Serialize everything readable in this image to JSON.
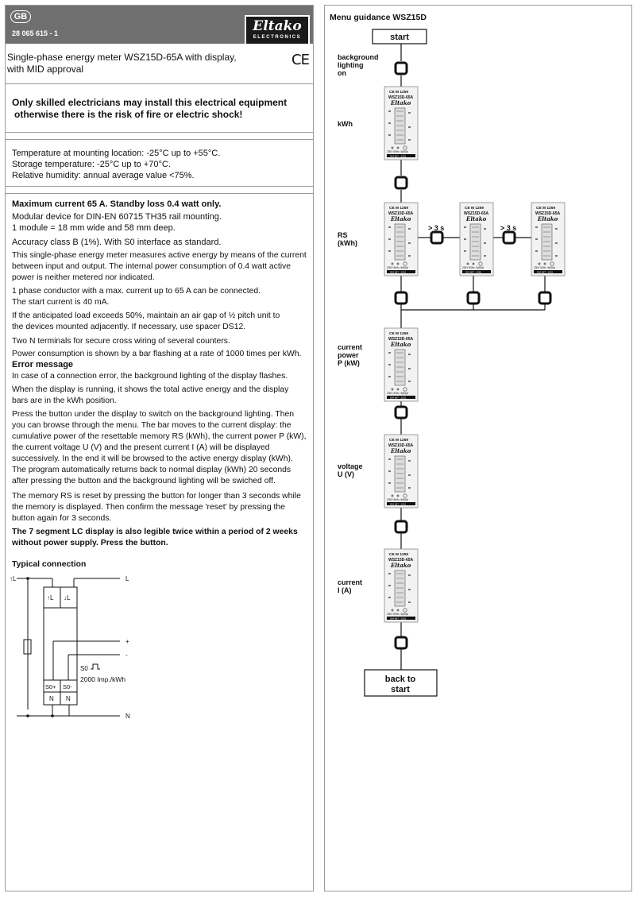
{
  "header": {
    "lang": "GB",
    "doc_code": "28 065 615 - 1",
    "logo_word": "Eltako",
    "logo_sub": "ELECTRONICS"
  },
  "title_block": {
    "line1": "Single-phase energy meter WSZ15D-65A with display,",
    "line2": "with MID approval",
    "ce": "CE"
  },
  "warning": {
    "line1": "Only skilled electricians may install this electrical equipment",
    "line2": "otherwise there is the risk of fire or electric shock!"
  },
  "environment": [
    "Temperature at mounting location: -25°C up to +55°C.",
    "Storage temperature: -25°C up to +70°C.",
    "Relative humidity: annual average value <75%."
  ],
  "spec": {
    "heading": "Maximum current 65 A. Standby loss 0.4 watt only.",
    "p1a": "Modular device for DIN-EN 60715 TH35 rail mounting.",
    "p1b": "1 module = 18 mm wide and 58 mm deep.",
    "p2": "Accuracy class B (1%). With S0 interface as standard.",
    "p3a": "This single-phase energy meter measures active energy by means of the current",
    "p3b": "between input and output. The internal power consumption of 0.4 watt active",
    "p3c": "power is neither metered nor indicated.",
    "p4a": "1 phase conductor with a max. current up to 65 A can be connected.",
    "p4b": "The start current is 40 mA.",
    "p5a": "If the anticipated load exceeds 50%, maintain an air gap of ½ pitch unit to",
    "p5b": "the devices mounted adjacently. If necessary, use spacer DS12.",
    "p6": "Two N terminals for secure cross wiring of several counters.",
    "p7": "Power consumption is shown by a bar flashing at a rate of 1000 times per kWh.",
    "err_heading": "Error message",
    "p8": "In case of a connection error, the background lighting of the display flashes.",
    "p9a": "When the display is running, it shows the total active energy and the display",
    "p9b": "bars are in the kWh position.",
    "p10a": "Press the button under the display to switch on the background lighting. Then",
    "p10b": "you can browse through the menu. The bar moves to the current display: the",
    "p10c": "cumulative power of the resettable memory RS (kWh), the current power P (kW),",
    "p10d": "the current voltage U (V) and the present current I (A) will be displayed",
    "p10e": "successively. In the end it will be browsed to the active energy display (kWh).",
    "p10f": "The program automatically returns back to normal display (kWh) 20 seconds",
    "p10g": "after pressing the button and the background lighting will be swiched off.",
    "p11a": "The memory RS is reset by pressing the button for longer than 3 seconds while",
    "p11b": "the memory is displayed. Then confirm the message 'reset' by pressing the",
    "p11c": "button again for 3 seconds.",
    "p12a": "The 7 segment LC display is also legible twice within a period of 2 weeks",
    "p12b": "without power supply. Press the button.",
    "conn_heading": "Typical connection"
  },
  "connection": {
    "l_in": "↑L",
    "l_out": "L",
    "t_in": "↑L",
    "t_out": "↓L",
    "plus": "+",
    "minus": "-",
    "s0": "S0",
    "imp": "2000 Imp./kWh",
    "s0p": "S0+",
    "s0m": "S0-",
    "n1": "N",
    "n2": "N",
    "n_out": "N"
  },
  "menu": {
    "title": "Menu guidance WSZ15D",
    "start": "start",
    "step_bg_1": "background",
    "step_bg_2": "lighting",
    "step_bg_3": "on",
    "kwh": "kWh",
    "rs_1": "RS",
    "rs_2": "(kWh)",
    "hold1": "> 3 s",
    "hold2": "> 3 s",
    "power_1": "current",
    "power_2": "power",
    "power_3": "P (kW)",
    "voltage_1": "voltage",
    "voltage_2": "U (V)",
    "current_1": "current",
    "current_2": "I (A)",
    "back_1": "back to",
    "back_2": "start"
  },
  "meter": {
    "model": "WSZ15D-65A",
    "brand": "Eltako",
    "mid": "CE M 1259",
    "rating": "230V 50Hz, 5(65)A",
    "serial": "204 667 - 1261"
  }
}
